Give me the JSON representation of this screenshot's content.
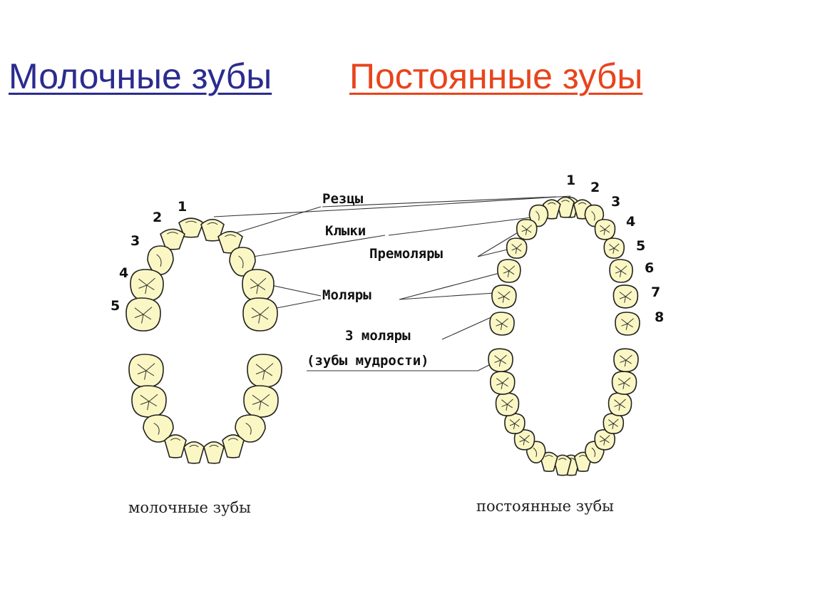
{
  "header": {
    "milk_teeth_link": "Молочные зубы",
    "permanent_teeth_link": "Постоянные зубы",
    "milk_color": "#2b2c8f",
    "permanent_color": "#e8441c"
  },
  "labels": {
    "incisors": "Резцы",
    "canines": "Клыки",
    "premolars": "Премоляры",
    "molars": "Моляры",
    "third_molars": "3 моляры",
    "wisdom_teeth": "(зубы мудрости)"
  },
  "milk_numbers": [
    "1",
    "2",
    "3",
    "4",
    "5"
  ],
  "permanent_numbers": [
    "1",
    "2",
    "3",
    "4",
    "5",
    "6",
    "7",
    "8"
  ],
  "captions": {
    "milk": "молочные зубы",
    "permanent": "постоянные зубы"
  },
  "colors": {
    "tooth_fill": "#fbf7c4",
    "outline": "#222222"
  }
}
